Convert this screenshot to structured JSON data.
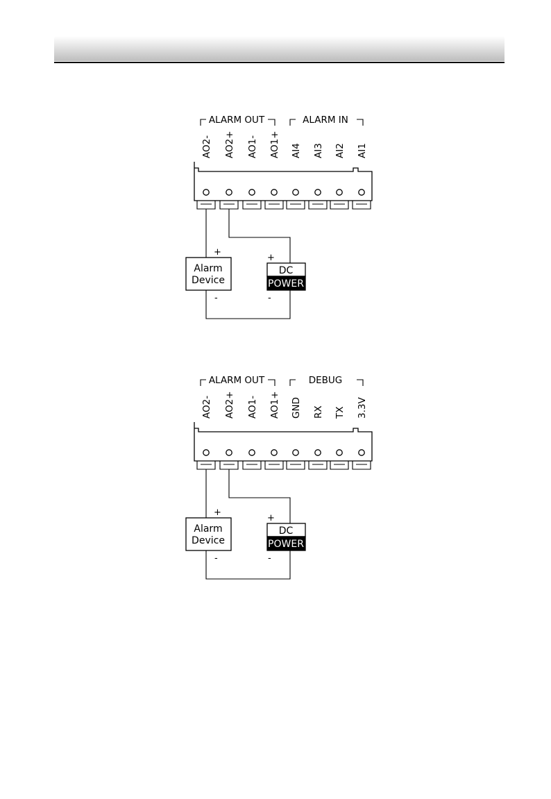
{
  "diagrams": [
    {
      "group_left_label": "ALARM OUT",
      "group_right_label": "ALARM IN",
      "pins": [
        "AO2-",
        "AO2+",
        "AO1-",
        "AO1+",
        "AI4",
        "AI3",
        "AI2",
        "AI1"
      ],
      "device": {
        "line1": "Alarm",
        "line2": "Device",
        "plus": "+",
        "minus": "-"
      },
      "power": {
        "line1": "DC",
        "line2": "POWER",
        "plus": "+",
        "minus": "-"
      }
    },
    {
      "group_left_label": "ALARM OUT",
      "group_right_label": "DEBUG",
      "pins": [
        "AO2-",
        "AO2+",
        "AO1-",
        "AO1+",
        "GND",
        "RX",
        "TX",
        "3.3V"
      ],
      "device": {
        "line1": "Alarm",
        "line2": "Device",
        "plus": "+",
        "minus": "-"
      },
      "power": {
        "line1": "DC",
        "line2": "POWER",
        "plus": "+",
        "minus": "-"
      }
    }
  ]
}
